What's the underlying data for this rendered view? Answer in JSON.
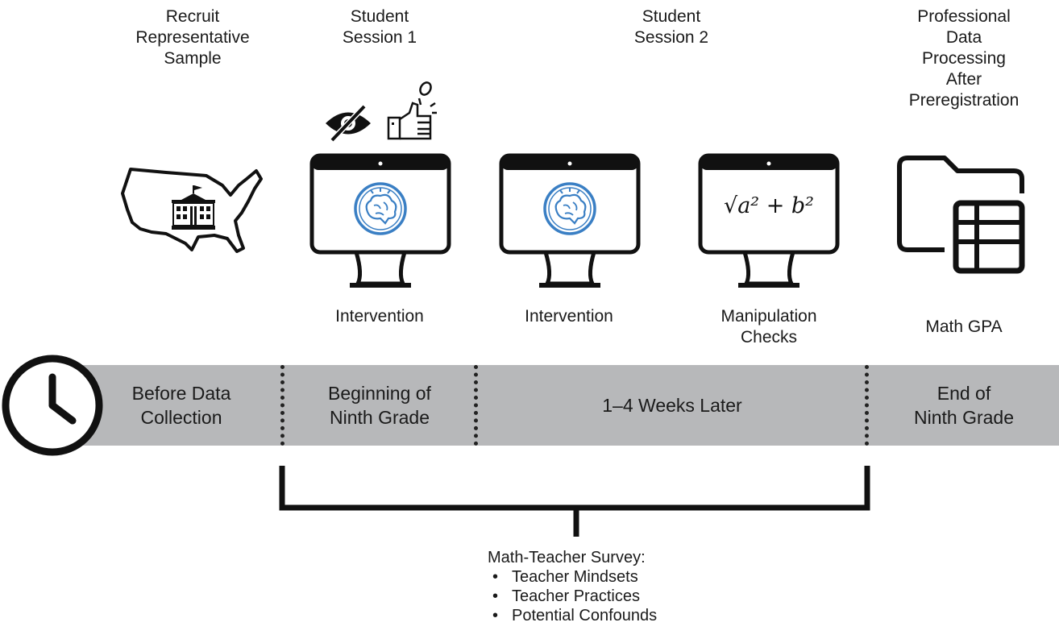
{
  "stages": [
    {
      "heading": "Recruit\nRepresentative\nSample",
      "caption": ""
    },
    {
      "heading": "Student\nSession 1",
      "caption": "Intervention"
    },
    {
      "heading": "Student\nSession 2",
      "caption": "Intervention"
    },
    {
      "heading": "",
      "caption": "Manipulation\nChecks"
    },
    {
      "heading": "Professional Data\nProcessing\nAfter\nPreregistration",
      "caption": "Math GPA"
    }
  ],
  "formula": "√a² + b²",
  "timeline": [
    "Before Data\nCollection",
    "Beginning of\nNinth Grade",
    "1–4 Weeks Later",
    "End of\nNinth Grade"
  ],
  "survey": {
    "title": "Math-Teacher Survey:",
    "items": [
      "Teacher Mindsets",
      "Teacher Practices",
      "Potential Confounds"
    ]
  },
  "colors": {
    "timeline_bar": "#b7b8ba",
    "brain_blue": "#3a7fc4",
    "ink": "#1a1a1a"
  },
  "icons": [
    "us-map-icon",
    "school-building-icon",
    "hidden-eye-icon",
    "thumbs-up-icon",
    "monitor-icon",
    "brain-icon",
    "folder-table-icon",
    "clock-icon"
  ]
}
